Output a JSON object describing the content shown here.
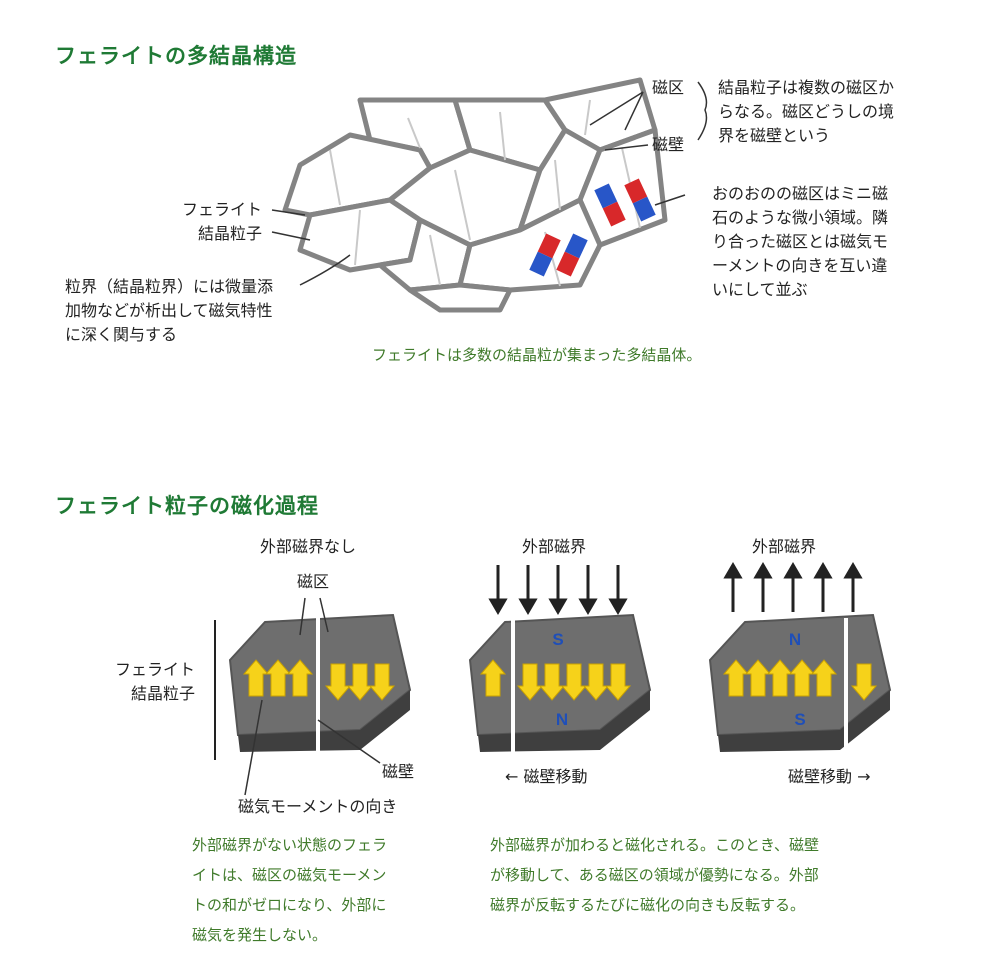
{
  "section1": {
    "heading": "フェライトの多結晶構造",
    "label_grain": [
      "フェライト",
      "結晶粒子"
    ],
    "label_boundary": [
      "粒界（結晶粒界）には微量添",
      "加物などが析出して磁気特性",
      "に深く関与する"
    ],
    "label_domain": "磁区",
    "label_wall": "磁壁",
    "note_domain": [
      "結晶粒子は複数の磁区か",
      "らなる。磁区どうしの境",
      "界を磁壁という"
    ],
    "note_magnet": [
      "おのおのの磁区はミニ磁",
      "石のような微小領域。隣",
      "り合った磁区とは磁気モ",
      "ーメントの向きを互い違",
      "いにして並ぶ"
    ],
    "caption": "フェライトは多数の結晶粒が集まった多結晶体。"
  },
  "section2": {
    "heading": "フェライト粒子の磁化過程",
    "panel1": {
      "title": "外部磁界なし",
      "label_domain": "磁区",
      "label_grain": [
        "フェライト",
        "結晶粒子"
      ],
      "label_wall": "磁壁",
      "label_moment": "磁気モーメントの向き"
    },
    "panel2": {
      "title": "外部磁界",
      "pole_top": "S",
      "pole_bottom": "N",
      "wall_move": "← 磁壁移動"
    },
    "panel3": {
      "title": "外部磁界",
      "pole_top": "N",
      "pole_bottom": "S",
      "wall_move": "磁壁移動 →"
    },
    "caption_left": [
      "外部磁界がない状態のフェラ",
      "イトは、磁区の磁気モーメン",
      "トの和がゼロになり、外部に",
      "磁気を発生しない。"
    ],
    "caption_right": [
      "外部磁界が加わると磁化される。このとき、磁壁",
      "が移動して、ある磁区の領域が優勢になる。外部",
      "磁界が反転するたびに磁化の向きも反転する。"
    ]
  },
  "colors": {
    "heading_green": "#1f7a35",
    "caption_green": "#3f7a2a",
    "grain_gray": "#7a7a7a",
    "grain_dark": "#4a4a4a",
    "arrow_yellow": "#f6d21a",
    "pole_blue": "#1f4fb8",
    "magnet_red": "#d8282a",
    "magnet_blue": "#2856c8"
  }
}
